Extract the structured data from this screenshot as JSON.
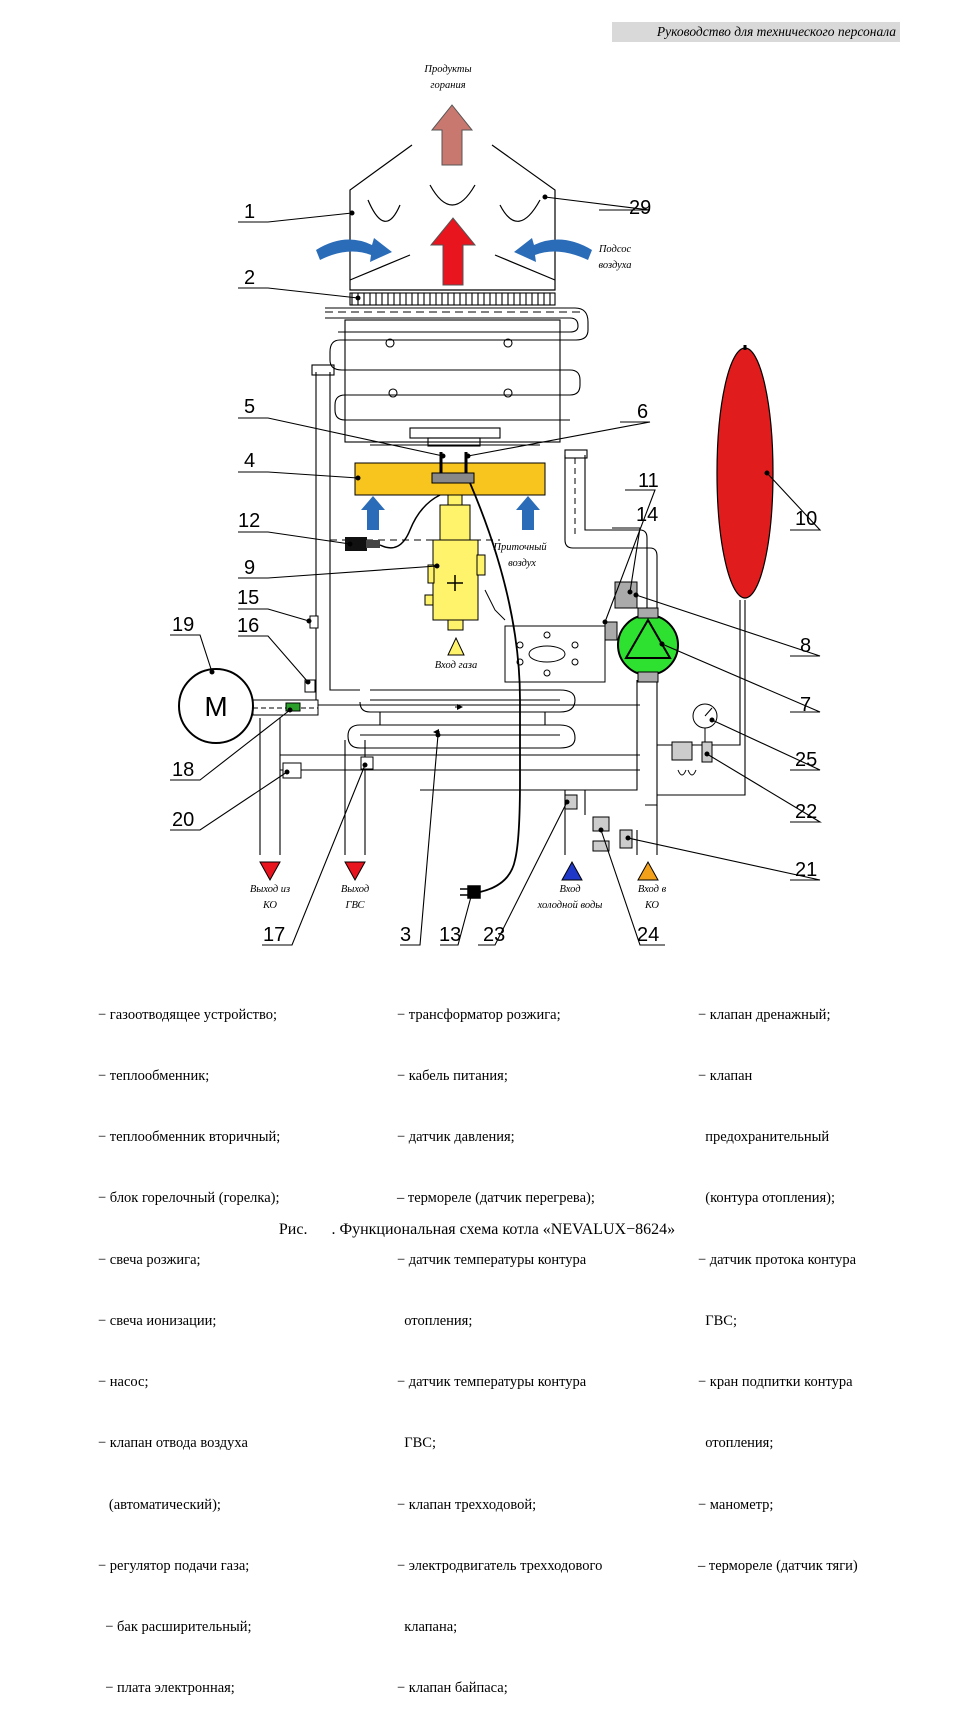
{
  "header": {
    "title": "Руководство для технического персонала"
  },
  "diagram": {
    "flue_label": [
      "Продукты",
      "горания"
    ],
    "air_suction_label": [
      "Подсос",
      "воздуха"
    ],
    "supply_air_label": [
      "Приточный",
      "воздух"
    ],
    "gas_inlet_label": "Вход газа",
    "motor_label": "M",
    "outlets": {
      "ko_out": [
        "Выход из",
        "КО"
      ],
      "gvs_out": [
        "Выход",
        "ГВС"
      ],
      "cold_in": [
        "Вход",
        "холодной воды"
      ],
      "ko_in": [
        "Вход в",
        "КО"
      ]
    },
    "callouts": [
      "1",
      "2",
      "4",
      "5",
      "6",
      "9",
      "10",
      "11",
      "12",
      "13",
      "14",
      "15",
      "16",
      "17",
      "18",
      "19",
      "20",
      "21",
      "22",
      "23",
      "24",
      "25",
      "29",
      "3",
      "7",
      "8"
    ],
    "colors": {
      "flue_arrow": "#c97870",
      "hot_arrow": "#e8141e",
      "air_arrow": "#2b6cb8",
      "burner": "#f7c51e",
      "gas_valve": "#fff36b",
      "expansion_tank": "#e11c1c",
      "pump": "#2ee030",
      "red_marker": "#e8141e",
      "blue_marker": "#1f38c8",
      "orange_marker": "#f3a11a"
    }
  },
  "legend": {
    "col1": [
      "− газоотводящее устройство;",
      "− теплообменник;",
      "− теплообменник вторичный;",
      "− блок горелочный (горелка);",
      "− свеча розжига;",
      "− свеча ионизации;",
      "− насос;",
      "− клапан отвода воздуха",
      "   (автоматический);",
      "− регулятор подачи газа;",
      "  − бак расширительный;",
      "  − плата электронная;"
    ],
    "col2": [
      "− трансформатор розжига;",
      "− кабель питания;",
      "− датчик давления;",
      "– термореле (датчик перегрева);",
      "− датчик температуры контура",
      "  отопления;",
      "− датчик температуры контура",
      "  ГВС;",
      "− клапан трехходовой;",
      "− электродвигатель трехходового",
      "  клапана;",
      "− клапан байпаса;"
    ],
    "col3": [
      "− клапан дренажный;",
      "− клапан",
      "  предохранительный",
      "  (контура отопления);",
      "− датчик протока контура",
      "  ГВС;",
      "− кран подпитки контура",
      "  отопления;",
      "− манометр;",
      "– термореле (датчик тяги)"
    ]
  },
  "caption": {
    "prefix": "Рис.",
    "text": ". Функциональная схема котла «NEVALUX−8624»"
  }
}
